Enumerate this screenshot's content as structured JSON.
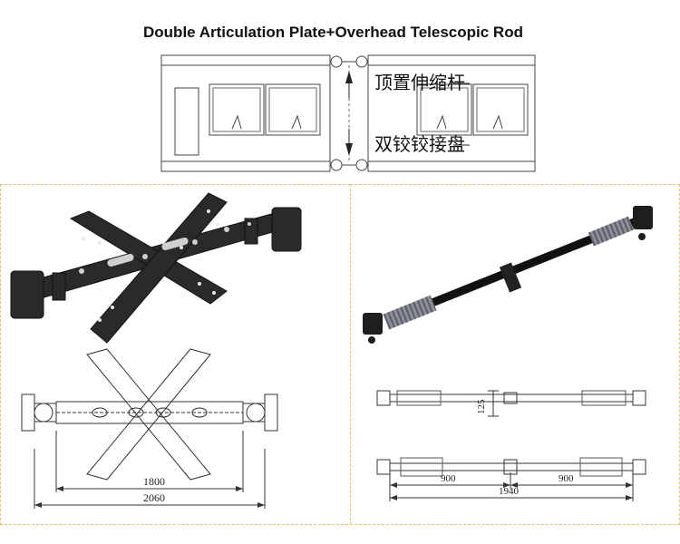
{
  "title": "Double Articulation Plate+Overhead Telescopic Rod",
  "top_diagram": {
    "label_rod": "顶置伸缩杆",
    "label_plate": "双铰铰接盘"
  },
  "left_panel": {
    "dim_inner": "1800",
    "dim_outer": "2060"
  },
  "right_panel": {
    "dim_height": "125",
    "dim_left": "900",
    "dim_right": "900",
    "dim_total": "1940"
  },
  "colors": {
    "panel_border": "#e3c36a",
    "metal_dark": "#1e1e1e",
    "bellows": "#8a8f99"
  }
}
